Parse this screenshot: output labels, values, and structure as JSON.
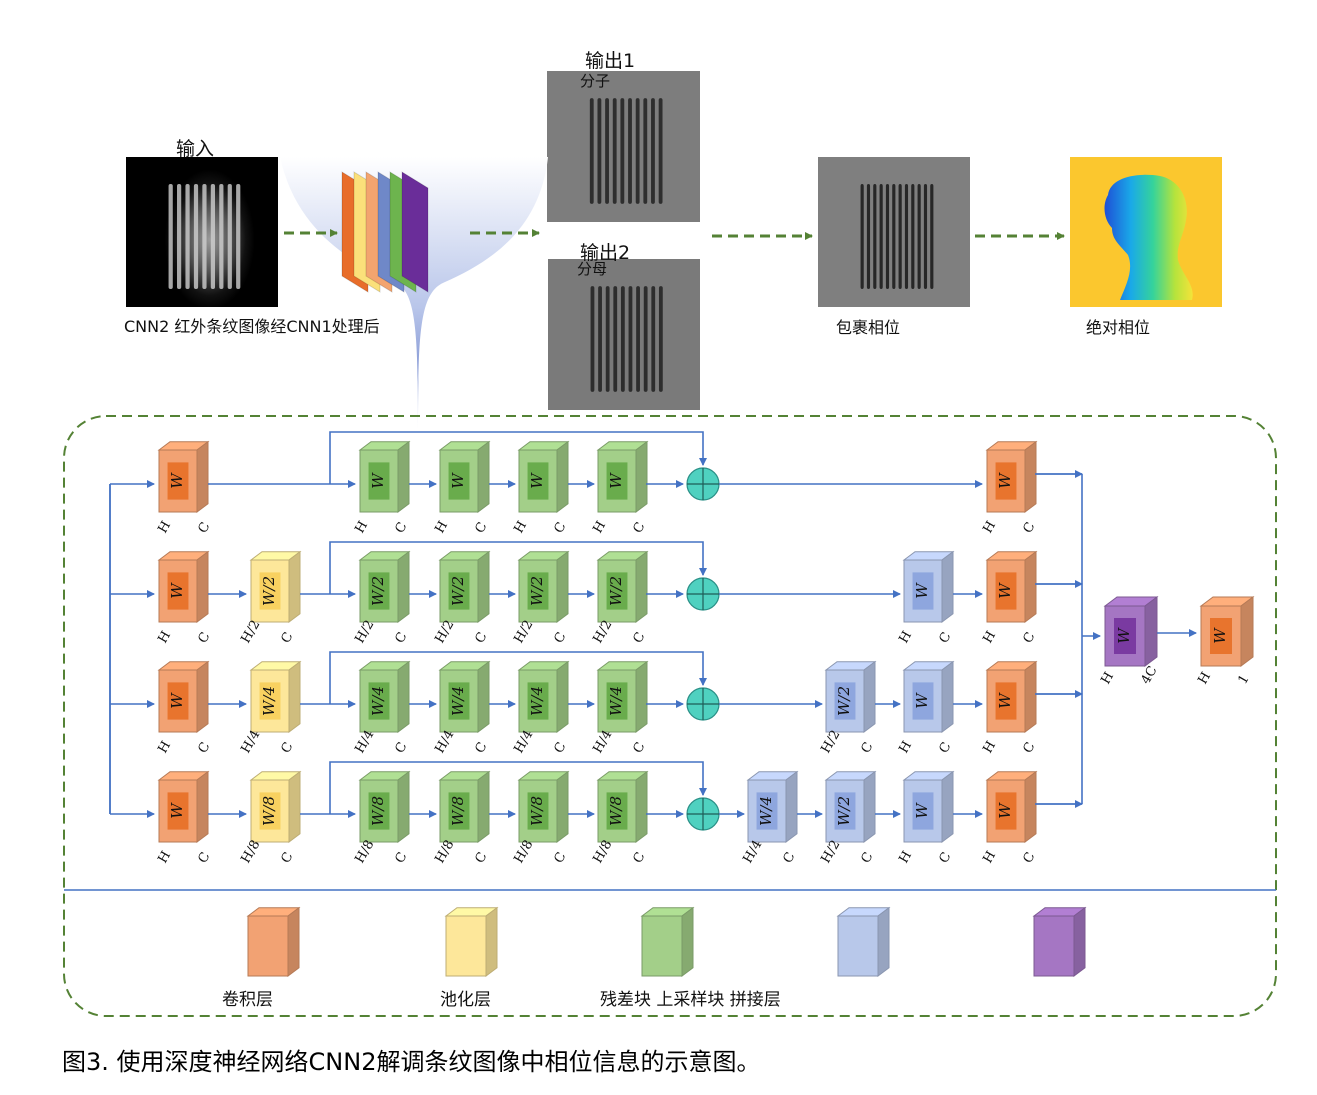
{
  "top": {
    "input_title": "输入",
    "input_caption": "CNN2 红外条纹图像经CNN1处理后",
    "output1_title": "输出1",
    "output1_sub": "分子",
    "output2_title": "输出2",
    "output2_sub": "分母",
    "wrapped_phase": "包裹相位",
    "absolute_phase": "绝对相位"
  },
  "network": {
    "rows": [
      {
        "scale": "1",
        "conv_label": {
          "w": "W",
          "h": "H",
          "c": "C"
        },
        "pool_label": null,
        "res_labels": {
          "w": "W",
          "h": "H",
          "c": "C"
        },
        "up_blocks": [],
        "final_conv": {
          "w": "W",
          "h": "H",
          "c": "C"
        }
      },
      {
        "scale": "2",
        "conv_label": {
          "w": "W",
          "h": "H",
          "c": "C"
        },
        "pool_label": {
          "w": "W/2",
          "h": "H/2",
          "c": "C"
        },
        "res_labels": {
          "w": "W/2",
          "h": "H/2",
          "c": "C"
        },
        "up_blocks": [
          {
            "w": "W",
            "h": "H",
            "c": "C"
          }
        ],
        "final_conv": {
          "w": "W",
          "h": "H",
          "c": "C"
        }
      },
      {
        "scale": "4",
        "conv_label": {
          "w": "W",
          "h": "H",
          "c": "C"
        },
        "pool_label": {
          "w": "W/4",
          "h": "H/4",
          "c": "C"
        },
        "res_labels": {
          "w": "W/4",
          "h": "H/4",
          "c": "C"
        },
        "up_blocks": [
          {
            "w": "W/2",
            "h": "H/2",
            "c": "C"
          },
          {
            "w": "W",
            "h": "H",
            "c": "C"
          }
        ],
        "final_conv": {
          "w": "W",
          "h": "H",
          "c": "C"
        }
      },
      {
        "scale": "8",
        "conv_label": {
          "w": "W",
          "h": "H",
          "c": "C"
        },
        "pool_label": {
          "w": "W/8",
          "h": "H/8",
          "c": "C"
        },
        "res_labels": {
          "w": "W/8",
          "h": "H/8",
          "c": "C"
        },
        "up_blocks": [
          {
            "w": "W/4",
            "h": "H/4",
            "c": "C"
          },
          {
            "w": "W/2",
            "h": "H/2",
            "c": "C"
          },
          {
            "w": "W",
            "h": "H",
            "c": "C"
          }
        ],
        "final_conv": {
          "w": "W",
          "h": "H",
          "c": "C"
        }
      }
    ],
    "concat": {
      "w": "W",
      "h": "H",
      "c": "4C"
    },
    "output_conv": {
      "w": "W",
      "h": "H",
      "c": "1"
    }
  },
  "legend": {
    "conv": "卷积层",
    "pool": "池化层",
    "res_up_concat": "残差块 上采样块 拼接层"
  },
  "caption": "图3. 使用深度神经网络CNN2解调条纹图像中相位信息的示意图。",
  "colors": {
    "conv_front": "#f2a273",
    "conv_inner": "#e8742d",
    "pool_front": "#fde79a",
    "pool_inner": "#f8d160",
    "res_front": "#a3cf89",
    "res_inner": "#69ac4c",
    "up_front": "#b8c8ea",
    "up_inner": "#8ea6de",
    "concat_front": "#a576c3",
    "concat_inner": "#7a3aa1",
    "arrow_blue": "#4472c4",
    "dash_green": "#548235",
    "sum_fill": "#4fd1c0"
  }
}
